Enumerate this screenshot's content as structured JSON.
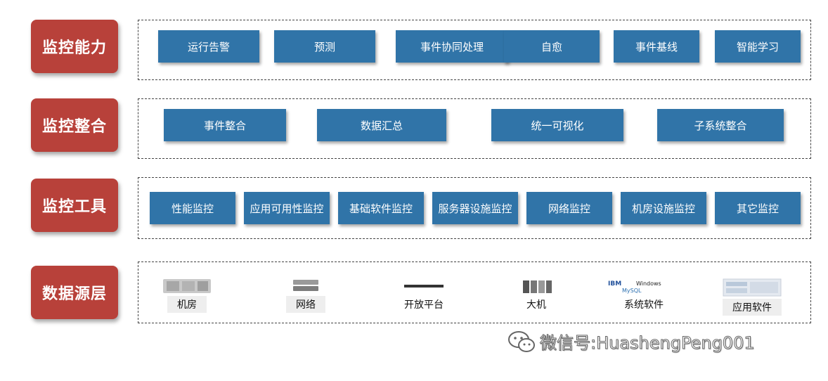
{
  "layers": [
    {
      "label": "监控能力",
      "boxes": [
        "运行告警",
        "预测",
        "事件协同处理",
        "自愈",
        "事件基线",
        "智能学习"
      ]
    },
    {
      "label": "监控整合",
      "boxes": [
        "事件整合",
        "数据汇总",
        "统一可视化",
        "子系统整合"
      ]
    },
    {
      "label": "监控工具",
      "boxes": [
        "性能监控",
        "应用可用性监控",
        "基础软件监控",
        "服务器设施监控",
        "网络监控",
        "机房设施监控",
        "其它监控"
      ]
    },
    {
      "label": "数据源层",
      "sources": [
        {
          "label": "机房",
          "icon": "server-room-icon"
        },
        {
          "label": "网络",
          "icon": "network-device-icon"
        },
        {
          "label": "开放平台",
          "icon": "open-platform-icon"
        },
        {
          "label": "大机",
          "icon": "mainframe-icon"
        },
        {
          "label": "系统软件",
          "icon": "system-software-logos-icon",
          "logo_text": [
            "IBM",
            "Windows",
            "MySQL"
          ]
        },
        {
          "label": "应用软件",
          "icon": "application-software-icon"
        }
      ]
    }
  ],
  "watermark": {
    "text": "微信号:HuashengPeng001",
    "icon": "wechat-icon"
  },
  "colors": {
    "layer_label_bg": "#b8413a",
    "box_bg": "#3074a8"
  }
}
